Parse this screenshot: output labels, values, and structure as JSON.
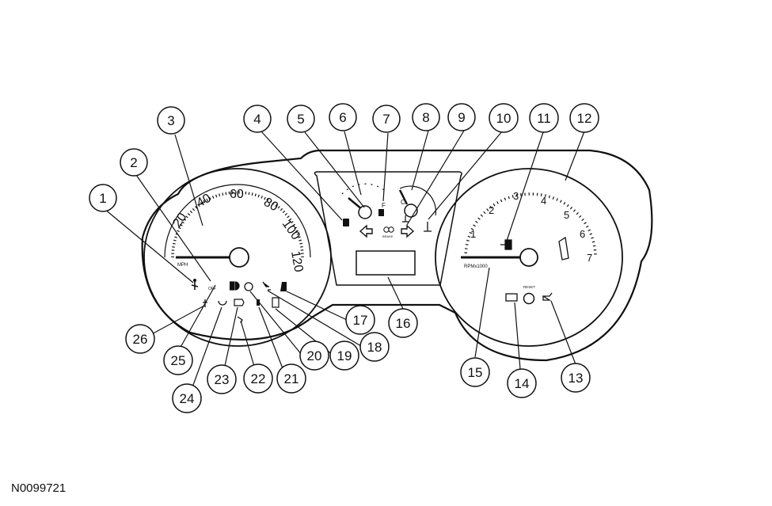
{
  "figure_id": "N0099721",
  "speedometer": {
    "ticks": [
      "20",
      "40",
      "60",
      "80",
      "100",
      "120"
    ],
    "unit": "MPH"
  },
  "fuel_gauge": {
    "full_label": "F"
  },
  "temp_gauge": {
    "cold_label": "C"
  },
  "tachometer": {
    "ticks": [
      "1",
      "2",
      "3",
      "4",
      "5",
      "6",
      "7"
    ],
    "unit": "RPMx1000"
  },
  "reset_label": "RESET",
  "brake_label": "BRAKE",
  "airbag_off_label": "OFF",
  "callouts": [
    "1",
    "2",
    "3",
    "4",
    "5",
    "6",
    "7",
    "8",
    "9",
    "10",
    "11",
    "12",
    "13",
    "14",
    "15",
    "16",
    "17",
    "18",
    "19",
    "20",
    "21",
    "22",
    "23",
    "24",
    "25",
    "26"
  ]
}
